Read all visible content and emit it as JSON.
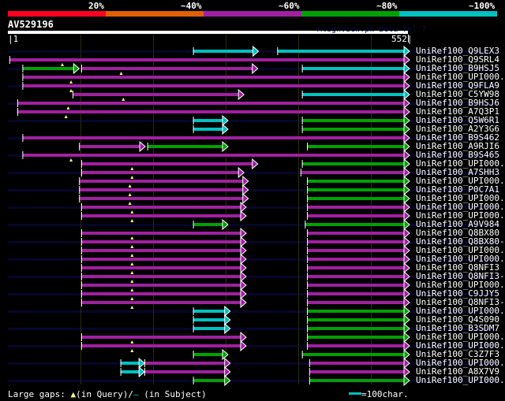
{
  "header": {
    "identity_labels": [
      "20%",
      "~40%",
      "~60%",
      "~80%",
      "~100%"
    ],
    "identity_colors": [
      "#ff0022",
      "#e06000",
      "#a020a0",
      "#00a000",
      "#00c0c0"
    ],
    "query_id": "AV529196",
    "watermark": "AlignView.pm Beta rel.7",
    "query_start_label": "|1",
    "query_end_label": "552|",
    "query_length": 552
  },
  "colors": {
    "stripe": "#06062a",
    "grid": "#2a2a10",
    "marker": "#ffff80",
    "tick": "#ffffff"
  },
  "rows": [
    {
      "label": "UniRef100_Q9LEX3",
      "segs": [
        [
          256,
          344,
          "c"
        ],
        [
          372,
          552,
          "c"
        ]
      ],
      "gaps": []
    },
    {
      "label": "UniRef100_Q9SRL4",
      "segs": [
        [
          3,
          552,
          "m"
        ]
      ],
      "gaps": [
        76
      ]
    },
    {
      "label": "UniRef100_B9HSJ5",
      "segs": [
        [
          21,
          97,
          "g"
        ],
        [
          102,
          343,
          "m"
        ],
        [
          406,
          552,
          "c"
        ]
      ],
      "gaps": [
        157
      ]
    },
    {
      "label": "UniRef100_UPI000..",
      "segs": [
        [
          21,
          552,
          "m"
        ]
      ],
      "gaps": [
        88
      ]
    },
    {
      "label": "UniRef100_Q9FLA9",
      "segs": [
        [
          21,
          552,
          "m"
        ]
      ],
      "gaps": [
        88
      ]
    },
    {
      "label": "UniRef100_C5YW98",
      "segs": [
        [
          90,
          324,
          "m"
        ],
        [
          406,
          552,
          "c"
        ]
      ],
      "gaps": [
        160
      ]
    },
    {
      "label": "UniRef100_B9HSJ6",
      "segs": [
        [
          14,
          552,
          "m"
        ]
      ],
      "gaps": [
        84
      ]
    },
    {
      "label": "UniRef100_A7Q3P1",
      "segs": [
        [
          14,
          552,
          "m"
        ]
      ],
      "gaps": [
        81
      ]
    },
    {
      "label": "UniRef100_Q5W6R1",
      "segs": [
        [
          256,
          302,
          "c"
        ],
        [
          406,
          552,
          "g"
        ]
      ],
      "gaps": []
    },
    {
      "label": "UniRef100_A2Y3G6",
      "segs": [
        [
          256,
          302,
          "c"
        ],
        [
          406,
          552,
          "g"
        ]
      ],
      "gaps": []
    },
    {
      "label": "UniRef100_B9S462",
      "segs": [
        [
          21,
          552,
          "m"
        ]
      ],
      "gaps": []
    },
    {
      "label": "UniRef100_A9RJI6",
      "segs": [
        [
          99,
          188,
          "m"
        ],
        [
          193,
          302,
          "g"
        ],
        [
          413,
          552,
          "g"
        ]
      ],
      "gaps": []
    },
    {
      "label": "UniRef100_B9S465",
      "segs": [
        [
          21,
          552,
          "m"
        ]
      ],
      "gaps": [
        88
      ]
    },
    {
      "label": "UniRef100_UPI000..",
      "segs": [
        [
          102,
          343,
          "m"
        ],
        [
          406,
          552,
          "g"
        ]
      ],
      "gaps": [
        172
      ]
    },
    {
      "label": "UniRef100_A7SHH3",
      "segs": [
        [
          102,
          324,
          "m"
        ],
        [
          404,
          552,
          "m"
        ]
      ],
      "gaps": [
        172
      ]
    },
    {
      "label": "UniRef100_UPI000..",
      "segs": [
        [
          99,
          330,
          "m"
        ],
        [
          413,
          552,
          "g"
        ]
      ],
      "gaps": [
        169
      ]
    },
    {
      "label": "UniRef100_P0C7A1",
      "segs": [
        [
          99,
          330,
          "m"
        ],
        [
          413,
          552,
          "g"
        ]
      ],
      "gaps": [
        169
      ]
    },
    {
      "label": "UniRef100_UPI000..",
      "segs": [
        [
          99,
          330,
          "m"
        ],
        [
          413,
          552,
          "g"
        ]
      ],
      "gaps": [
        169
      ]
    },
    {
      "label": "UniRef100_UPI000..",
      "segs": [
        [
          102,
          327,
          "m"
        ],
        [
          413,
          552,
          "m"
        ]
      ],
      "gaps": [
        172
      ]
    },
    {
      "label": "UniRef100_UPI000..",
      "segs": [
        [
          102,
          327,
          "m"
        ],
        [
          413,
          552,
          "m"
        ]
      ],
      "gaps": [
        172
      ]
    },
    {
      "label": "UniRef100_A9V984",
      "segs": [
        [
          256,
          302,
          "g"
        ],
        [
          410,
          552,
          "g"
        ]
      ],
      "gaps": []
    },
    {
      "label": "UniRef100_Q8BX80",
      "segs": [
        [
          102,
          327,
          "m"
        ],
        [
          413,
          552,
          "m"
        ]
      ],
      "gaps": [
        172
      ]
    },
    {
      "label": "UniRef100_Q8BX80-2",
      "segs": [
        [
          102,
          327,
          "m"
        ],
        [
          413,
          552,
          "m"
        ]
      ],
      "gaps": [
        172
      ]
    },
    {
      "label": "UniRef100_UPI000..",
      "segs": [
        [
          102,
          327,
          "m"
        ],
        [
          413,
          552,
          "m"
        ]
      ],
      "gaps": [
        172
      ]
    },
    {
      "label": "UniRef100_UPI000..",
      "segs": [
        [
          102,
          327,
          "m"
        ],
        [
          413,
          552,
          "m"
        ]
      ],
      "gaps": [
        172
      ]
    },
    {
      "label": "UniRef100_Q8NFI3",
      "segs": [
        [
          102,
          327,
          "m"
        ],
        [
          413,
          552,
          "m"
        ]
      ],
      "gaps": [
        172
      ]
    },
    {
      "label": "UniRef100_Q8NFI3-3",
      "segs": [
        [
          102,
          327,
          "m"
        ],
        [
          413,
          552,
          "m"
        ]
      ],
      "gaps": [
        172
      ]
    },
    {
      "label": "UniRef100_UPI000..",
      "segs": [
        [
          102,
          327,
          "m"
        ],
        [
          413,
          552,
          "m"
        ]
      ],
      "gaps": [
        172
      ]
    },
    {
      "label": "UniRef100_C9JJY5",
      "segs": [
        [
          102,
          327,
          "m"
        ],
        [
          413,
          552,
          "m"
        ]
      ],
      "gaps": [
        172
      ]
    },
    {
      "label": "UniRef100_Q8NFI3-2",
      "segs": [
        [
          102,
          327,
          "m"
        ],
        [
          413,
          552,
          "m"
        ]
      ],
      "gaps": [
        172
      ]
    },
    {
      "label": "UniRef100_UPI000..",
      "segs": [
        [
          256,
          305,
          "c"
        ],
        [
          413,
          552,
          "g"
        ]
      ],
      "gaps": []
    },
    {
      "label": "UniRef100_Q4S090",
      "segs": [
        [
          256,
          305,
          "c"
        ],
        [
          413,
          552,
          "g"
        ]
      ],
      "gaps": []
    },
    {
      "label": "UniRef100_B3SDM7",
      "segs": [
        [
          256,
          305,
          "c"
        ],
        [
          413,
          552,
          "g"
        ]
      ],
      "gaps": []
    },
    {
      "label": "UniRef100_UPI000..",
      "segs": [
        [
          102,
          327,
          "m"
        ],
        [
          413,
          552,
          "g"
        ]
      ],
      "gaps": [
        172
      ]
    },
    {
      "label": "UniRef100_UPI000..",
      "segs": [
        [
          102,
          327,
          "m"
        ],
        [
          413,
          552,
          "m"
        ]
      ],
      "gaps": [
        172
      ]
    },
    {
      "label": "UniRef100_C3Z7F3",
      "segs": [
        [
          256,
          302,
          "g"
        ],
        [
          406,
          552,
          "g"
        ]
      ],
      "gaps": []
    },
    {
      "label": "UniRef100_UPI000..",
      "segs": [
        [
          156,
          187,
          "c"
        ],
        [
          189,
          305,
          "m"
        ],
        [
          416,
          552,
          "m"
        ]
      ],
      "gaps": []
    },
    {
      "label": "UniRef100_A8X7V9",
      "segs": [
        [
          156,
          187,
          "c"
        ],
        [
          189,
          305,
          "m"
        ],
        [
          416,
          552,
          "m"
        ]
      ],
      "gaps": []
    },
    {
      "label": "UniRef100_UPI000..",
      "segs": [
        [
          256,
          305,
          "g"
        ],
        [
          416,
          552,
          "g"
        ]
      ],
      "gaps": []
    }
  ],
  "segment_colors": {
    "m": "#a020a0",
    "g": "#00a000",
    "c": "#00c0c0"
  },
  "legend": {
    "gaps_prefix": "Large gaps: ",
    "gaps_query": "(in Query)/",
    "gaps_subject": " (in Subject)",
    "scale_label": "=100char."
  }
}
